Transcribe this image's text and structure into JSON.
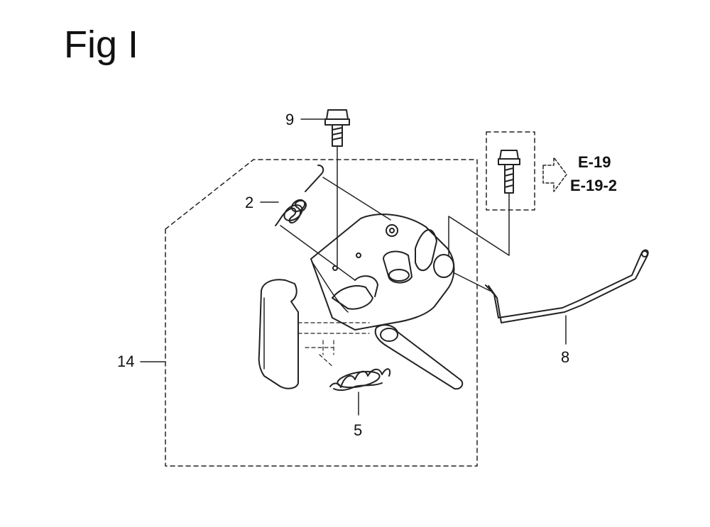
{
  "figure": {
    "title": "Fig I"
  },
  "callouts": {
    "part_9": "9",
    "part_2": "2",
    "part_14": "14",
    "part_5": "5",
    "part_8": "8"
  },
  "references": {
    "ref_1": "E-19",
    "ref_2": "E-19-2"
  }
}
